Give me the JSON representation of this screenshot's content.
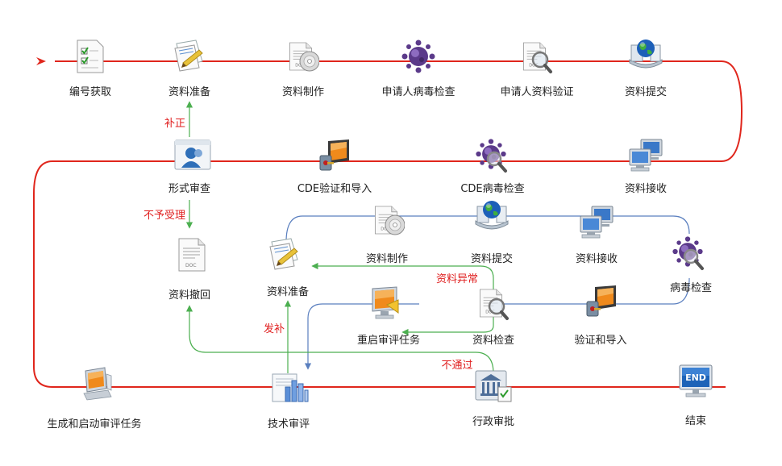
{
  "colors": {
    "main_flow": "#e0261c",
    "sub_flow": "#5a7fbf",
    "return_flow": "#4caf50",
    "edge_label": "#e02020"
  },
  "nodes": {
    "n_bianhao": {
      "label": "编号获取",
      "icon": "checklist-doc-icon"
    },
    "n_zlzb1": {
      "label": "资料准备",
      "icon": "document-pencil-icon"
    },
    "n_zlzz1": {
      "label": "资料制作",
      "icon": "document-disc-icon"
    },
    "n_sqrbdjc": {
      "label": "申请人病毒检查",
      "icon": "virus-icon"
    },
    "n_sqrzlyz": {
      "label": "申请人资料验证",
      "icon": "document-magnifier-icon"
    },
    "n_zltj1": {
      "label": "资料提交",
      "icon": "globe-server-icon"
    },
    "n_zljs1": {
      "label": "资料接收",
      "icon": "computers-icon"
    },
    "n_cdebdjc": {
      "label": "CDE病毒检查",
      "icon": "virus-magnifier-icon"
    },
    "n_cdeyz": {
      "label": "CDE验证和导入",
      "icon": "monitor-key-icon"
    },
    "n_xssc": {
      "label": "形式审查",
      "icon": "user-card-icon"
    },
    "n_zlch": {
      "label": "资料撤回",
      "icon": "document-icon"
    },
    "n_zlzz2": {
      "label": "资料制作",
      "icon": "document-disc-icon"
    },
    "n_zltj2": {
      "label": "资料提交",
      "icon": "globe-server-icon"
    },
    "n_zljs2": {
      "label": "资料接收",
      "icon": "computers-icon"
    },
    "n_bdjc2": {
      "label": "病毒检查",
      "icon": "virus-magnifier-icon"
    },
    "n_zlzb2": {
      "label": "资料准备",
      "icon": "document-pencil-icon"
    },
    "n_cqsp": {
      "label": "重启审评任务",
      "icon": "monitor-person-icon"
    },
    "n_zljc": {
      "label": "资料检查",
      "icon": "document-magnifier-icon"
    },
    "n_yzdr2": {
      "label": "验证和导入",
      "icon": "monitor-key-icon"
    },
    "n_scqd": {
      "label": "生成和启动审评任务",
      "icon": "monitor-computer-icon"
    },
    "n_jssp": {
      "label": "技术审评",
      "icon": "bar-chart-doc-icon"
    },
    "n_xzsp": {
      "label": "行政审批",
      "icon": "building-doc-icon"
    },
    "n_end": {
      "label": "结束",
      "icon": "end-monitor-icon",
      "screen_text": "END"
    }
  },
  "edge_labels": {
    "buzheng": "补正",
    "buyushouli": "不予受理",
    "ziliaoyichang": "资料异常",
    "fabu": "发补",
    "butongguo": "不通过"
  }
}
